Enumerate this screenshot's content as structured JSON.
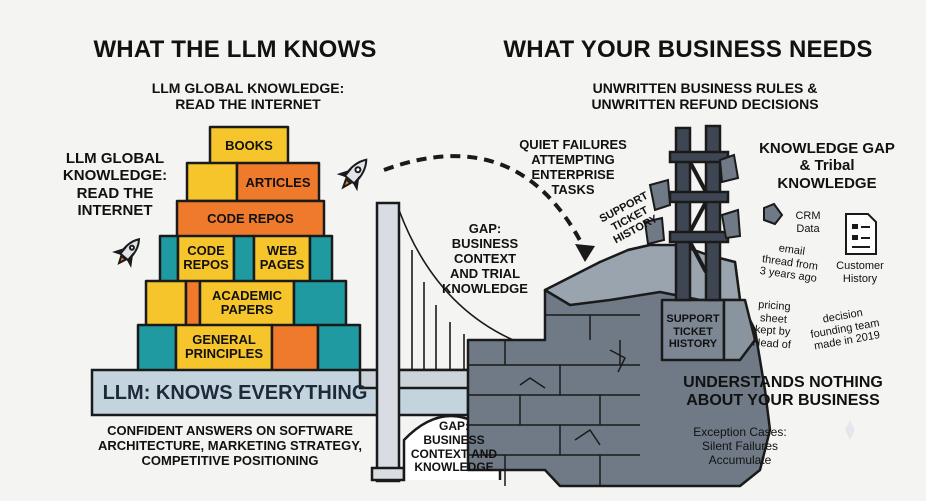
{
  "left": {
    "heading": "WHAT THE LLM KNOWS",
    "top_label": "LLM GLOBAL KNOWLEDGE:\nREAD THE INTERNET",
    "side_label": "LLM GLOBAL\nKNOWLEDGE:\nREAD THE\nINTERNET",
    "blocks": {
      "books": "BOOKS",
      "articles": "ARTICLES",
      "code_repos_wide": "CODE REPOS",
      "code_repos": "CODE\nREPOS",
      "web_pages": "WEB\nPAGES",
      "academic_papers": "ACADEMIC\nPAPERS",
      "general_principles": "GENERAL\nPRINCIPLES"
    },
    "banner": "LLM: KNOWS EVERYTHING",
    "bottom_caption": "CONFIDENT ANSWERS ON SOFTWARE\nARCHITECTURE, MARKETING STRATEGY,\nCOMPETITIVE POSITIONING"
  },
  "right": {
    "heading": "WHAT YOUR BUSINESS NEEDS",
    "top_label": "UNWRITTEN BUSINESS RULES &\nUNWRITTEN REFUND DECISIONS",
    "quiet_failures": "QUIET FAILURES\nATTEMPTING\nENTERPRISE\nTASKS",
    "knowledge_gap": "KNOWLEDGE GAP\n& Tribal\nKNOWLEDGE",
    "support_ticket_rot": "SUPPORT\nTICKET\nHISTORY",
    "support_ticket": "SUPPORT\nTICKET\nHISTORY",
    "crm": "CRM\nData",
    "customer_history": "Customer\nHistory",
    "email_thread": "email\nthread from\n3 years ago",
    "pricing_sheet": "pricing\nsheet\nkept by\nHead of",
    "decision": "decision\nfounding team\nmade in 2019",
    "understands": "UNDERSTANDS NOTHING\nABOUT YOUR BUSINESS",
    "exception": "Exception Cases:\nSilent Failures\nAccumulate"
  },
  "bridge": {
    "gap_top": "GAP:\nBUSINESS\nCONTEXT\nAND TRIAL\nKNOWLEDGE",
    "gap_bottom": "GAP:\nBUSINESS\nCONTEXT AND\nKNOWLEDGE"
  },
  "colors": {
    "yellow": "#f5c52b",
    "orange": "#ef7a2c",
    "teal": "#1f9aa0",
    "banner": "#c3d4df",
    "stone": "#6f7a86",
    "stone_light": "#9aa4ae",
    "dark": "#2c3440"
  }
}
